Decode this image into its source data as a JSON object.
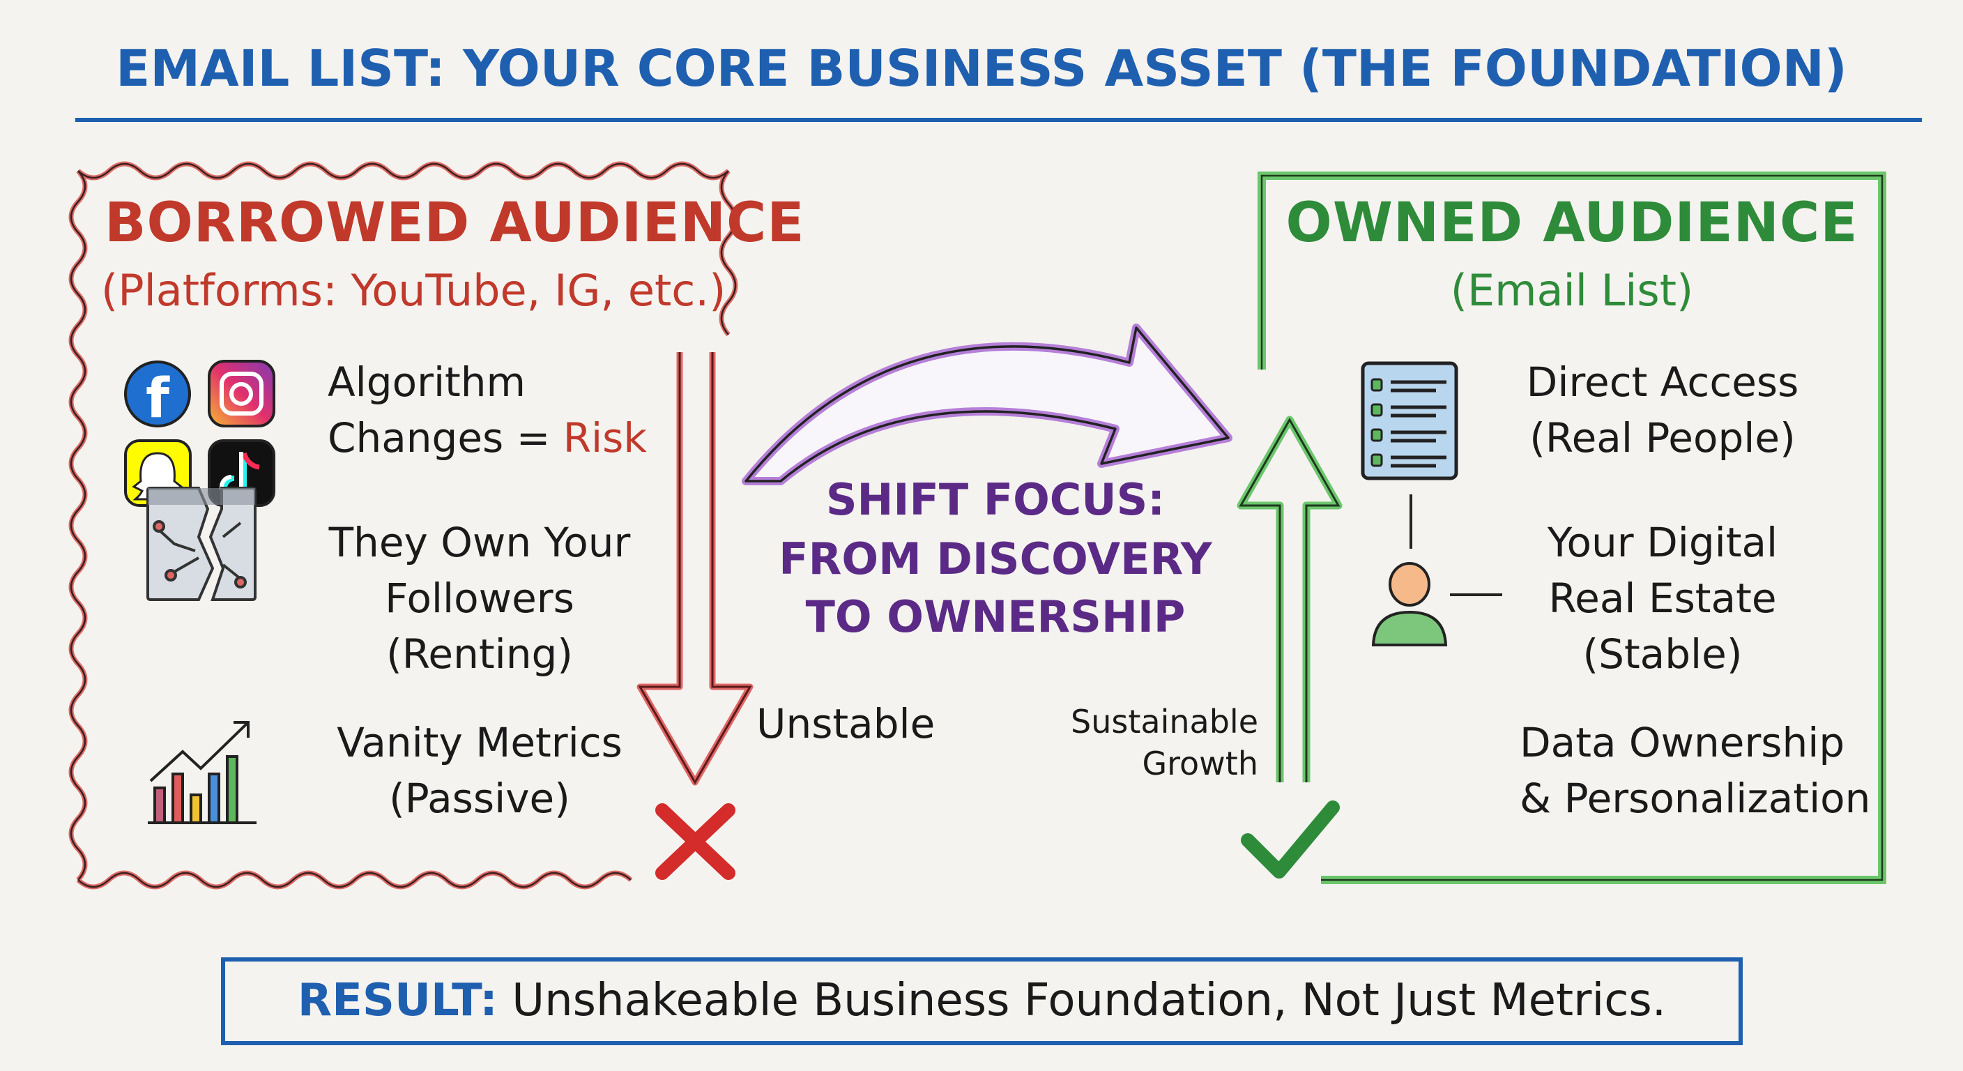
{
  "title": "EMAIL LIST: YOUR CORE BUSINESS ASSET (THE FOUNDATION)",
  "borrowed": {
    "heading": "BORROWED AUDIENCE",
    "subheading": "(Platforms: YouTube, IG, etc.)",
    "icons": [
      "facebook-icon",
      "instagram-icon",
      "snapchat-icon",
      "tiktok-icon",
      "broken-window-icon",
      "growth-chart-icon"
    ],
    "items": [
      {
        "line1": "Algorithm",
        "line2": "Changes = ",
        "highlight": "Risk"
      },
      {
        "line1": "They Own Your",
        "line2": "Followers",
        "line3": "(Renting)"
      },
      {
        "line1": "Vanity Metrics",
        "line2": "(Passive)"
      }
    ],
    "arrow_label": "Unstable",
    "color": "#c0392b"
  },
  "shift": {
    "line1": "SHIFT FOCUS:",
    "line2": "FROM DISCOVERY",
    "line3": "TO OWNERSHIP",
    "color": "#5b2a86"
  },
  "owned": {
    "heading": "OWNED AUDIENCE",
    "subheading": "(Email List)",
    "icons": [
      "email-list-icon",
      "person-icon"
    ],
    "items": [
      {
        "line1": "Direct Access",
        "line2": "(Real People)"
      },
      {
        "line1": "Your Digital",
        "line2": "Real Estate",
        "line3": "(Stable)"
      },
      {
        "line1": "Data Ownership",
        "line2": "& Personalization"
      }
    ],
    "arrow_label_1": "Sustainable",
    "arrow_label_2": "Growth",
    "color": "#2e8b3a"
  },
  "result": {
    "label": "RESULT:",
    "text": " Unshakeable Business Foundation, Not Just Metrics."
  }
}
